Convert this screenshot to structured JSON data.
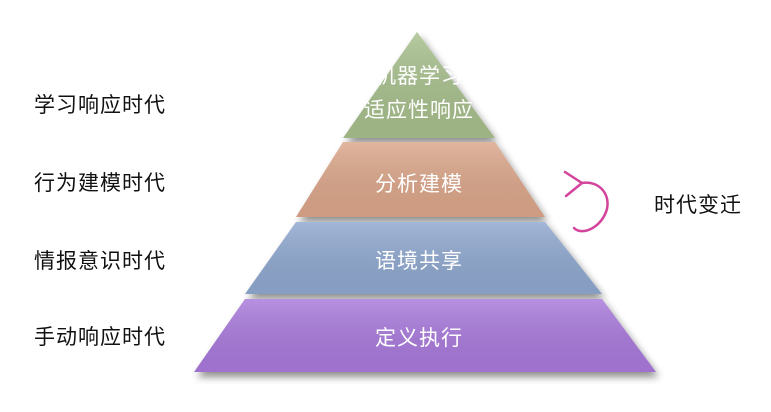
{
  "eras": [
    {
      "label": "学习响应时代"
    },
    {
      "label": "行为建模时代"
    },
    {
      "label": "情报意识时代"
    },
    {
      "label": "手动响应时代"
    }
  ],
  "tiers": [
    {
      "lines": [
        "机器学习",
        "适应性响应"
      ],
      "color": "#a7bf8c"
    },
    {
      "lines": [
        "分析建模"
      ],
      "color": "#dba68a"
    },
    {
      "lines": [
        "语境共享"
      ],
      "color": "#8fa8cf"
    },
    {
      "lines": [
        "定义执行"
      ],
      "color": "#a879db"
    }
  ],
  "transition": {
    "label": "时代变迁",
    "arrow_icon": "counterclockwise-arrow-icon",
    "arrow_color": "#d3449b"
  }
}
